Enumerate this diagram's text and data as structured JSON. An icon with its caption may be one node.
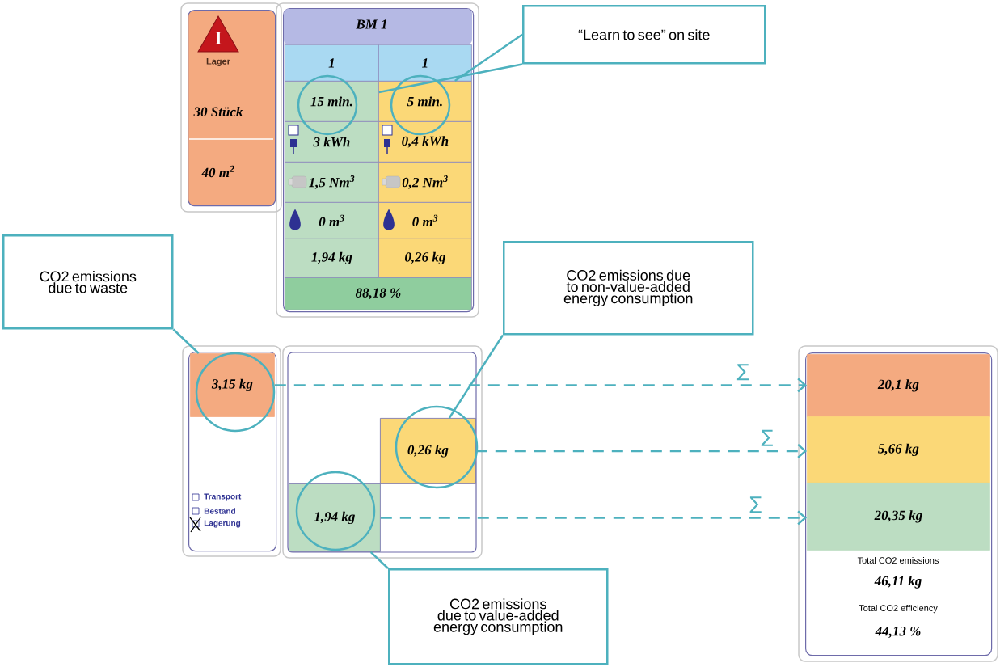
{
  "diagram": {
    "nodes": [
      {
        "text": [
          "I",
          "Lager",
          "30 Stück",
          "40 m$^{2}$"
        ]
      },
      {
        "text": [
          "BM 1"
        ]
      },
      {
        "text": [
          "1"
        ],
        "in": 1
      },
      {
        "text": [
          "1"
        ],
        "in": 1
      },
      {
        "text": [
          "15 min."
        ],
        "in": 1
      },
      {
        "text": [
          "5 min."
        ],
        "in": 1
      },
      {
        "text": [
          "3 kWh"
        ],
        "in": 1
      },
      {
        "text": [
          "0,4 kWh"
        ],
        "in": 1
      },
      {
        "text": [
          "1,5 Nm$^{3}$"
        ],
        "in": 1
      },
      {
        "text": [
          "0,2 Nm$^{3}$"
        ],
        "in": 1
      },
      {
        "text": [
          "0 m$^{3}$"
        ],
        "in": 1
      },
      {
        "text": [
          "0 m$^{3}$"
        ],
        "in": 1
      },
      {
        "text": [
          "1,94 kg"
        ],
        "in": 1
      },
      {
        "text": [
          "0,26 kg"
        ],
        "in": 1
      },
      {
        "text": [
          "88,18 %"
        ],
        "in": 1
      },
      {
        "text": [
          "“Learn to see” on site"
        ]
      },
      {
        "text": [
          "Transport",
          "Bestand",
          "Lagerung"
        ]
      },
      {
        "text": [
          "3,15 kg"
        ],
        "in": 16
      },
      {
        "text": [],
        "shape": "box"
      },
      {
        "text": [
          "0,26 kg"
        ],
        "in": 18
      },
      {
        "text": [
          "1,94 kg"
        ],
        "in": 18
      },
      {
        "text": [
          "CO2 emissions due to waste"
        ]
      },
      {
        "text": [
          "CO2 emissions due to non-value-added energy consumption"
        ]
      },
      {
        "text": [
          "CO2 emissions due to value-added energy consumption"
        ]
      },
      {
        "text": [
          "Total CO2 emissions",
          "46,11 kg",
          "Total CO2 efficiency",
          "44,13 %"
        ]
      },
      {
        "text": [
          "20,1 kg"
        ],
        "in": 24
      },
      {
        "text": [
          "5,66 kg"
        ],
        "in": 24
      },
      {
        "text": [
          "20,35 kg"
        ],
        "in": 24
      }
    ],
    "edges": [
      {
        "from": 15,
        "to": 4,
        "arrow": "none"
      },
      {
        "from": 15,
        "to": 5,
        "arrow": "none"
      },
      {
        "from": 21,
        "to": 17,
        "arrow": "none"
      },
      {
        "from": 22,
        "to": 19,
        "arrow": "none"
      },
      {
        "from": 23,
        "to": 20,
        "arrow": "none"
      },
      {
        "from": 17,
        "to": 25,
        "arrow": "to",
        "label": "∑",
        "style": "dashed"
      },
      {
        "from": 19,
        "to": 26,
        "arrow": "to",
        "label": "∑",
        "style": "dashed"
      },
      {
        "from": 20,
        "to": 27,
        "arrow": "to",
        "label": "∑",
        "style": "dashed"
      }
    ]
  }
}
